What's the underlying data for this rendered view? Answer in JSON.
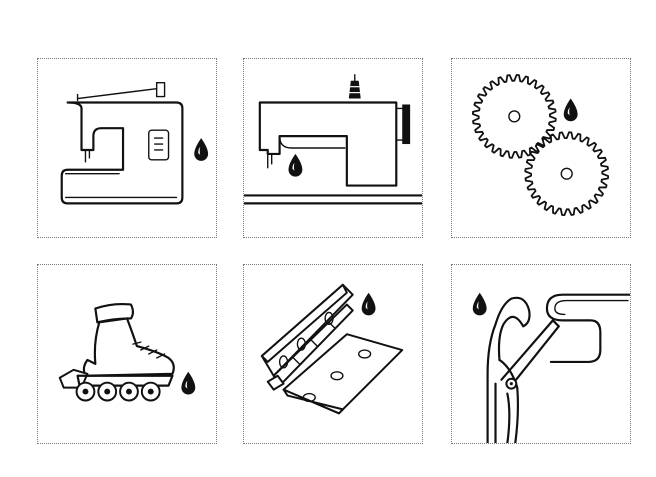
{
  "tiles": [
    {
      "id": "sewing-machine",
      "icon": "sewing-machine-icon"
    },
    {
      "id": "industrial-sewing-machine",
      "icon": "industrial-sewing-machine-icon"
    },
    {
      "id": "gears",
      "icon": "gears-icon"
    },
    {
      "id": "inline-skate",
      "icon": "inline-skate-icon"
    },
    {
      "id": "hinge",
      "icon": "hinge-icon"
    },
    {
      "id": "shears",
      "icon": "shears-icon"
    }
  ],
  "accent_color": "#111111",
  "border_color": "#7a7a7a",
  "background_color": "#ffffff"
}
